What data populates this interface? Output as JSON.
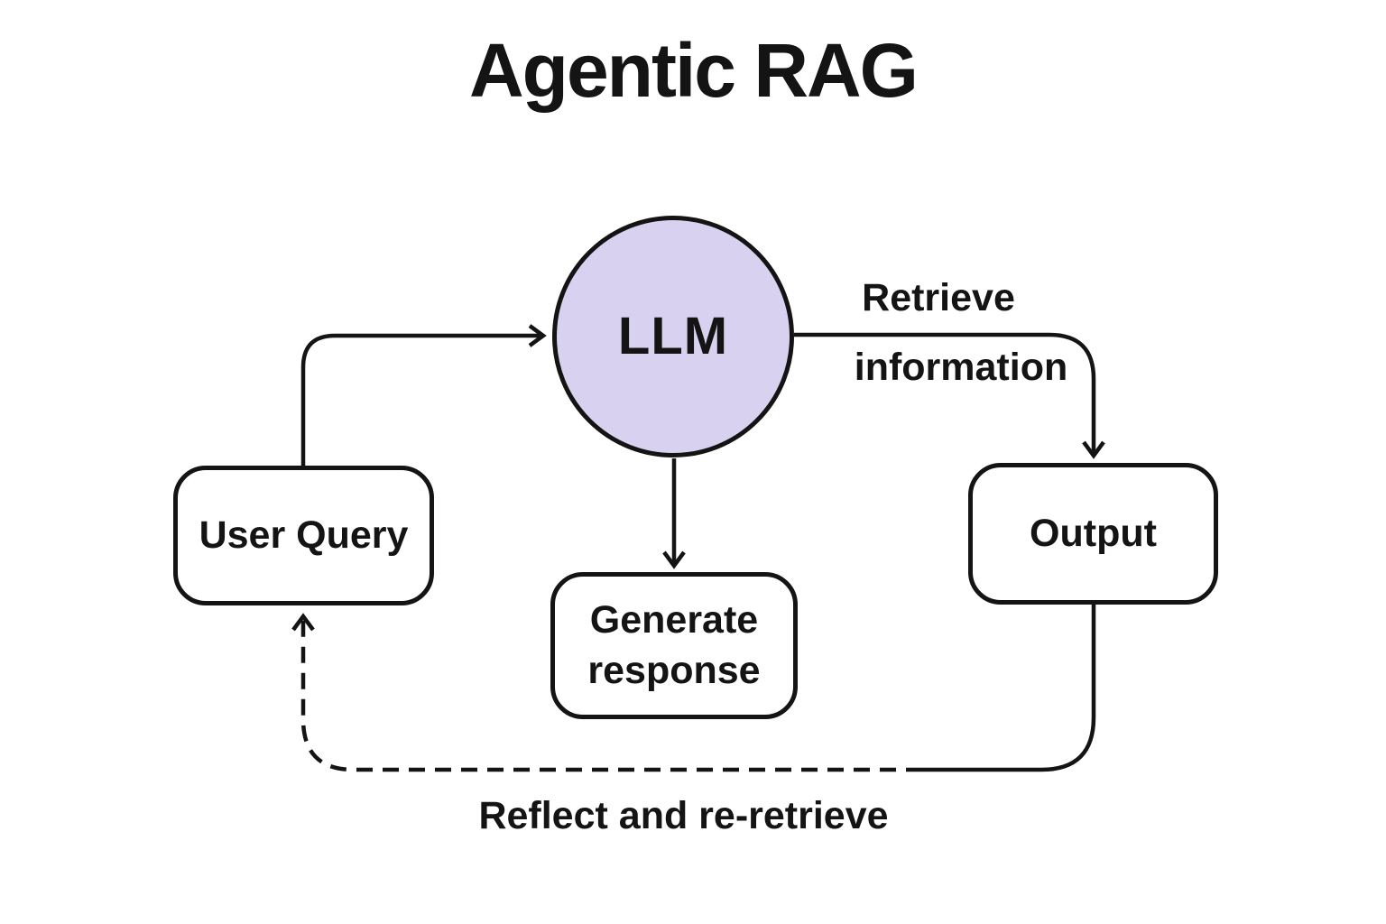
{
  "title": "Agentic RAG",
  "diagram": {
    "nodes": {
      "llm": {
        "label": "LLM",
        "shape": "circle",
        "fill": "#d8d2f0"
      },
      "user_query": {
        "label": "User Query",
        "shape": "rounded-rect",
        "fill": "#ffffff"
      },
      "output": {
        "label": "Output",
        "shape": "rounded-rect",
        "fill": "#ffffff"
      },
      "generate_response": {
        "label": "Generate response",
        "shape": "rounded-rect",
        "fill": "#ffffff"
      }
    },
    "edges": {
      "user_query_to_llm": {
        "style": "solid-arrow"
      },
      "llm_to_output": {
        "style": "solid-arrow",
        "label_line1": "Retrieve",
        "label_line2": "information"
      },
      "llm_to_generate_response": {
        "style": "solid-arrow"
      },
      "output_to_user_query": {
        "style": "dashed-arrow",
        "label": "Reflect and re-retrieve"
      }
    },
    "colors": {
      "ink": "#141414",
      "llm_fill": "#d8d2f0",
      "background": "#ffffff"
    }
  }
}
